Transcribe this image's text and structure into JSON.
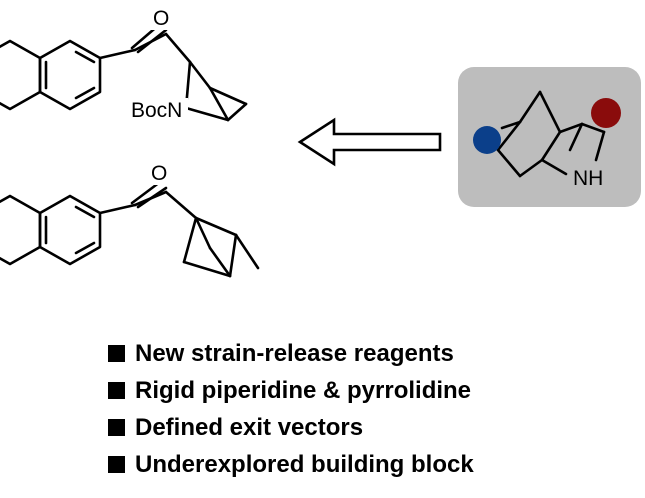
{
  "molecules": {
    "top": {
      "carbonyl_oxygen": "O",
      "nitrogen_label": "BocN"
    },
    "bottom": {
      "carbonyl_oxygen": "O"
    },
    "scaffold": {
      "nh_label": "NH"
    }
  },
  "colors": {
    "panel_background": "#bdbdbd",
    "exit_vector_1": "#0b3f8a",
    "exit_vector_2": "#8a0c0c",
    "bond": "#000000"
  },
  "bullets": [
    "New strain-release reagents",
    "Rigid piperidine & pyrrolidine",
    "Defined exit vectors",
    "Underexplored building block"
  ]
}
